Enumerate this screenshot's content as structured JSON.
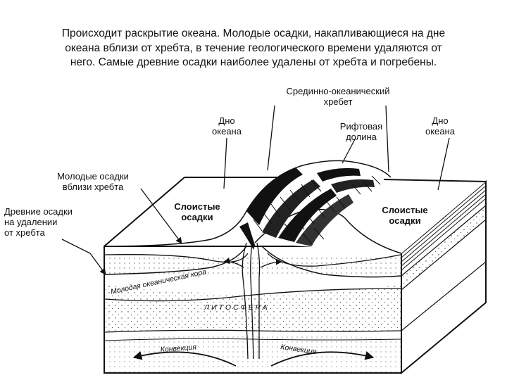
{
  "caption": {
    "line1": "Происходит раскрытие океана. Молодые осадки, накапливающиеся на дне",
    "line2": "океана вблизи от хребта, в течение геологического времени удаляются от",
    "line3": "него. Самые древние осадки наиболее удалены от хребта и погребены."
  },
  "labels": {
    "ridge": [
      "Срединно-океанический",
      "хребет"
    ],
    "floor_left": [
      "Дно",
      "океана"
    ],
    "rift": [
      "Рифтовая",
      "долина"
    ],
    "floor_right": [
      "Дно",
      "океана"
    ],
    "young_sed": [
      "Молодые осадки",
      "вблизи хребта"
    ],
    "old_sed": [
      "Древние осадки",
      "на удалении",
      "от хребта"
    ],
    "layered_left": [
      "Слоистые",
      "осадки"
    ],
    "layered_right": [
      "Слоистые",
      "осадки"
    ]
  },
  "inscriptions": {
    "crust": "Молодая океаническая кора",
    "lithosphere": "Л И Т О С Ф Е Р А",
    "convection_left": "Конвекция",
    "convection_right": "Конвекция"
  },
  "colors": {
    "ink": "#111111",
    "paper": "#ffffff"
  }
}
